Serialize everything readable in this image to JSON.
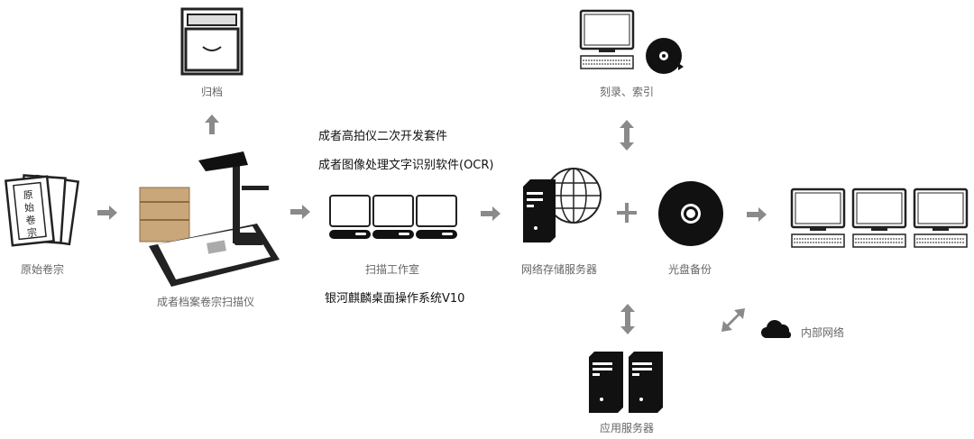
{
  "labels": {
    "archive": "归档",
    "original_files": "原始卷宗",
    "scanner": "成者档案卷宗扫描仪",
    "scan_room": "扫描工作室",
    "storage_server": "网络存储服务器",
    "disc_backup": "光盘备份",
    "burn_index": "刻录、索引",
    "app_server": "应用服务器",
    "intranet": "内部网络"
  },
  "software": {
    "sdk": "成者高拍仪二次开发套件",
    "ocr": "成者图像处理文字识别软件(OCR)",
    "os": "银河麒麟桌面操作系统V10"
  },
  "document_text": "原始卷宗",
  "colors": {
    "arrow": "#8a8a8a",
    "icon": "#111111"
  }
}
